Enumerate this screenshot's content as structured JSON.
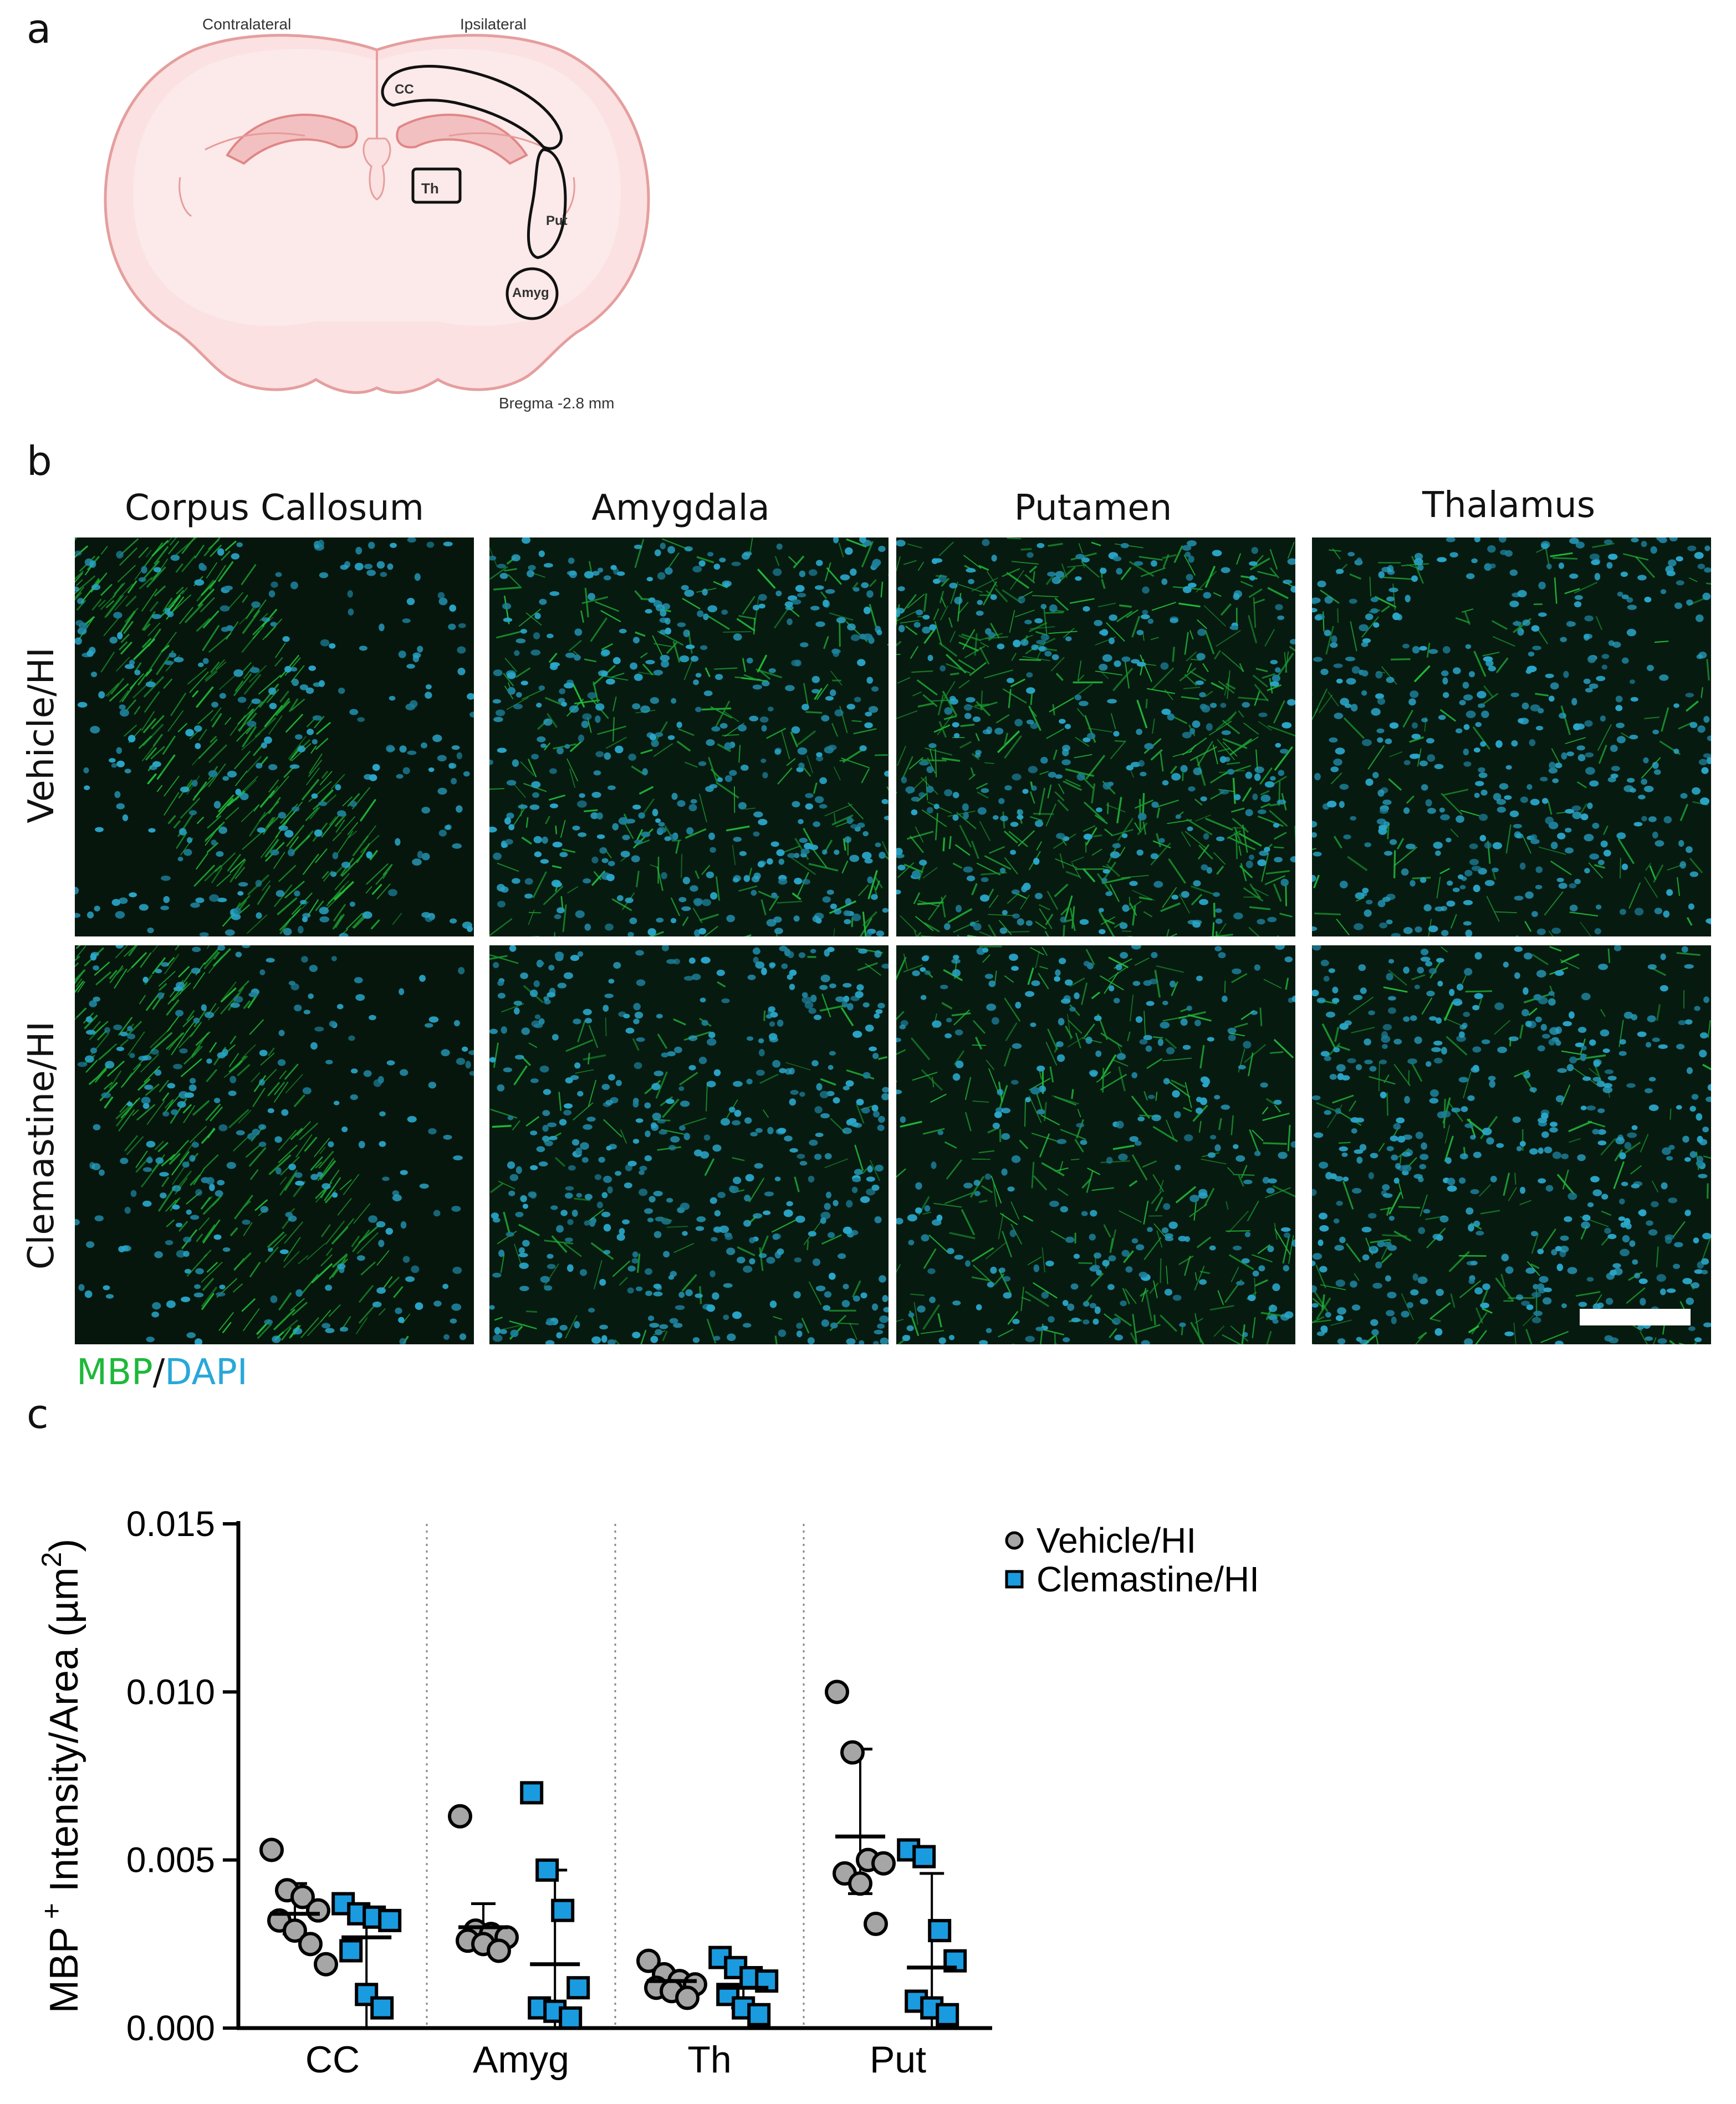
{
  "panel_a": {
    "letter": "a",
    "label_contralateral": "Contralateral",
    "label_ipsilateral": "Ipsilateral",
    "region_cc": "CC",
    "region_th": "Th",
    "region_put": "Put",
    "region_amyg": "Amyg",
    "bregma": "Bregma -2.8 mm"
  },
  "panel_b": {
    "letter": "b",
    "columns": [
      "Corpus Callosum",
      "Amygdala",
      "Putamen",
      "Thalamus"
    ],
    "rows": [
      "Vehicle/HI",
      "Clemastine/HI"
    ],
    "stain_mbp": "MBP",
    "stain_sep": "/",
    "stain_dapi": "DAPI",
    "colors": {
      "mbp": "#1fb83a",
      "dapi": "#29a8d8"
    }
  },
  "panel_c": {
    "letter": "c"
  },
  "chart_data": {
    "type": "scatter",
    "ylabel": "MBP",
    "ylabel_sup": "+",
    "ylabel_rest": " Intensity/Area (µm",
    "ylabel_exp": "2",
    "ylabel_close": ")",
    "ylim": [
      0,
      0.015
    ],
    "yticks": [
      "0.000",
      "0.005",
      "0.010",
      "0.015"
    ],
    "categories": [
      "CC",
      "Amyg",
      "Th",
      "Put"
    ],
    "legend_position": "top-right",
    "series": [
      {
        "name": "Vehicle/HI",
        "marker": "circle",
        "color": "#a6a6a6",
        "values": [
          [
            0.0053,
            0.0041,
            0.0039,
            0.0035,
            0.0032,
            0.0029,
            0.0025,
            0.0019
          ],
          [
            0.0063,
            0.0029,
            0.0028,
            0.0027,
            0.0026,
            0.0025,
            0.0023
          ],
          [
            0.002,
            0.0016,
            0.0014,
            0.0013,
            0.0012,
            0.0011,
            0.0009
          ],
          [
            0.01,
            0.0082,
            0.005,
            0.0049,
            0.0046,
            0.0043,
            0.0031
          ]
        ],
        "mean": [
          0.0034,
          0.003,
          0.0014,
          0.0057
        ],
        "sd_low": [
          0.0028,
          0.0024,
          0.0011,
          0.004
        ],
        "sd_high": [
          0.0043,
          0.0037,
          0.0017,
          0.0083
        ]
      },
      {
        "name": "Clemastine/HI",
        "marker": "square",
        "color": "#1a9be0",
        "values": [
          [
            0.0037,
            0.0034,
            0.0033,
            0.0032,
            0.0023,
            0.001,
            0.0006
          ],
          [
            0.007,
            0.0047,
            0.0035,
            0.0012,
            0.0006,
            0.0005,
            0.0003
          ],
          [
            0.0021,
            0.0018,
            0.0015,
            0.0014,
            0.001,
            0.0006,
            0.0004
          ],
          [
            0.0053,
            0.0051,
            0.0029,
            0.002,
            0.0008,
            0.0006,
            0.0004
          ]
        ],
        "mean": [
          0.0027,
          0.0019,
          0.0012,
          0.0018
        ],
        "sd_low": [
          0.0,
          0.0,
          0.0006,
          0.0
        ],
        "sd_high": [
          0.0034,
          0.0047,
          0.0017,
          0.0046
        ]
      }
    ]
  }
}
